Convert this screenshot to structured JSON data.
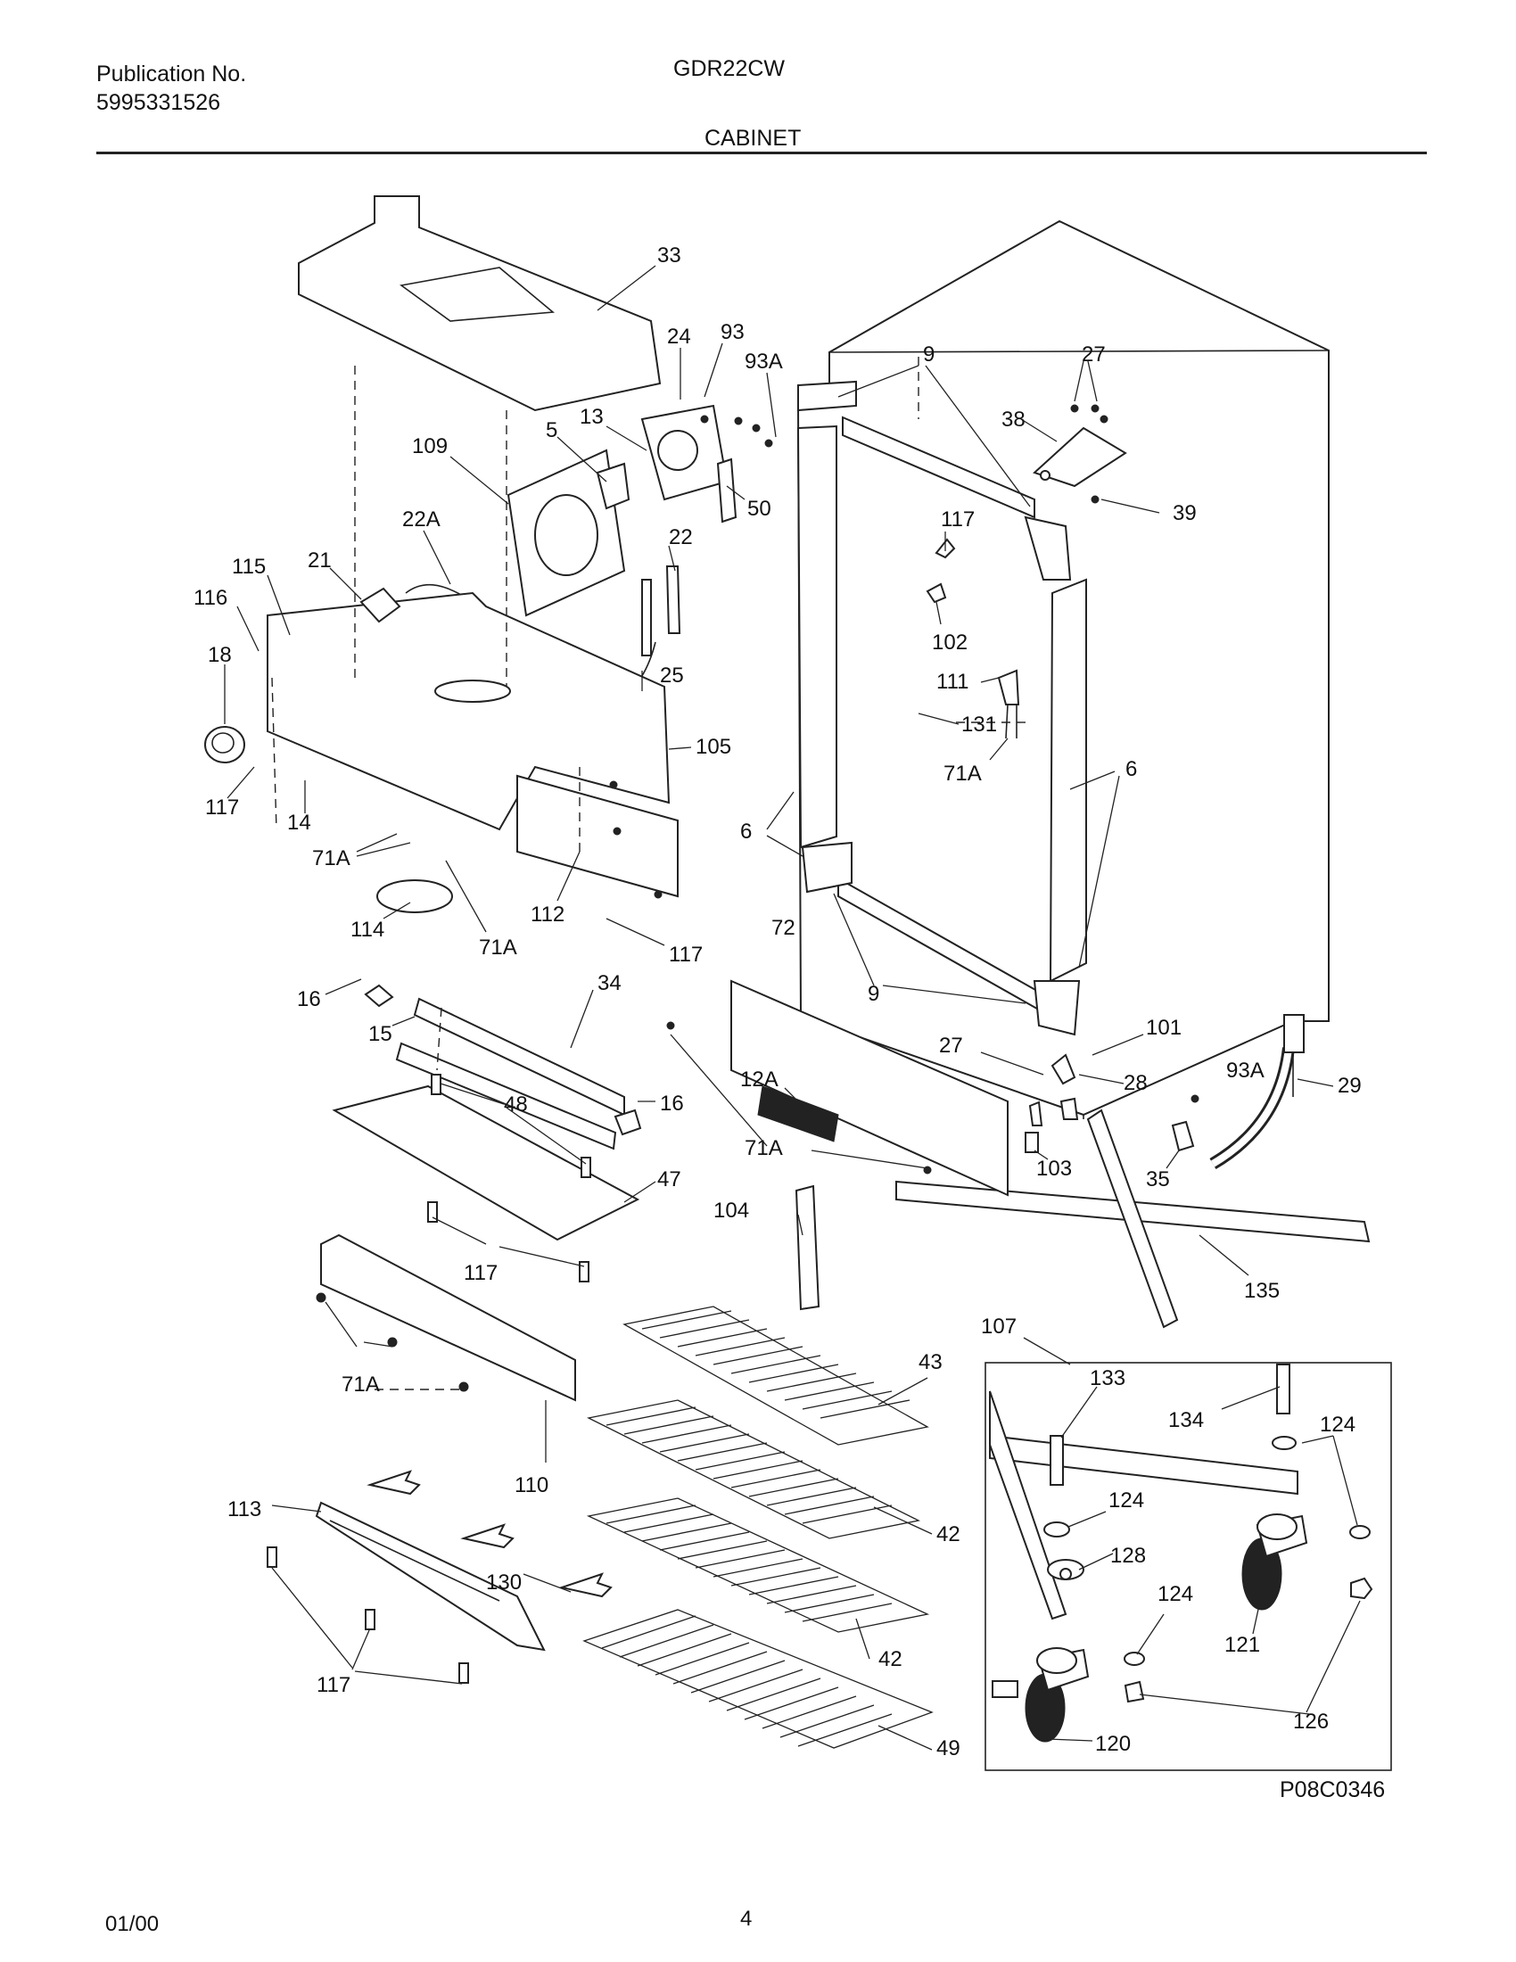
{
  "header": {
    "publication_label": "Publication No.",
    "publication_number": "5995331526",
    "model": "GDR22CW",
    "section": "CABINET"
  },
  "footer": {
    "date": "01/00",
    "page": "4",
    "drawing_number": "P08C0346"
  },
  "callouts": [
    "33",
    "24",
    "93",
    "93A",
    "13",
    "5",
    "109",
    "50",
    "22A",
    "22",
    "21",
    "115",
    "116",
    "18",
    "25",
    "105",
    "117",
    "14",
    "71A",
    "112",
    "114",
    "16",
    "15",
    "34",
    "48",
    "47",
    "110",
    "113",
    "130",
    "9",
    "27",
    "38",
    "39",
    "102",
    "111",
    "131",
    "6",
    "72",
    "101",
    "28",
    "29",
    "12A",
    "103",
    "35",
    "104",
    "135",
    "107",
    "133",
    "134",
    "124",
    "128",
    "121",
    "120",
    "126",
    "43",
    "42",
    "49"
  ]
}
